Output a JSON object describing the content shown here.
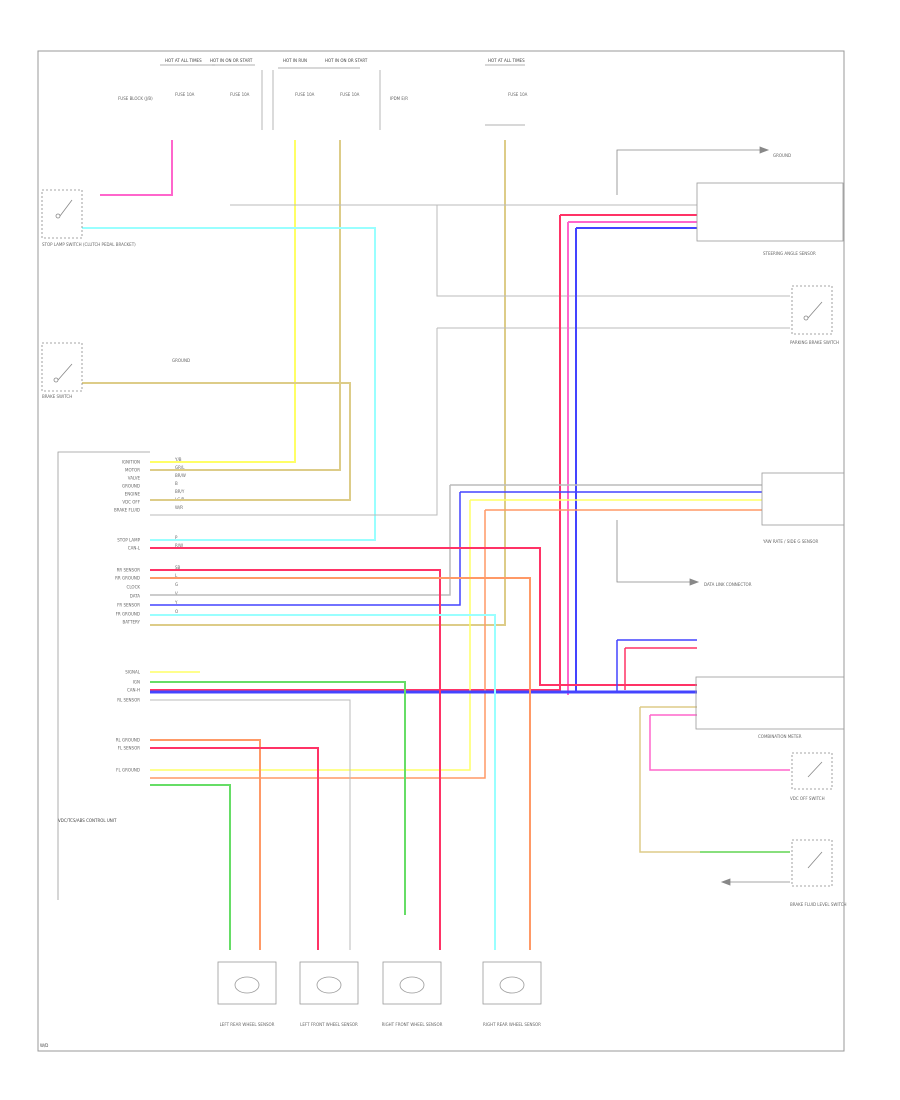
{
  "top_fuses": [
    {
      "label": "HOT AT ALL TIMES",
      "fuse": "FUSE 10A"
    },
    {
      "label": "HOT IN ON OR START",
      "fuse": "FUSE 10A"
    },
    {
      "label": "HOT IN RUN",
      "fuse": "FUSE 10A"
    },
    {
      "label": "HOT IN ON OR START",
      "fuse": "FUSE 10A"
    },
    {
      "label": "HOT AT ALL TIMES",
      "fuse": "FUSE 10A"
    }
  ],
  "fuse_box_note": "FUSE BLOCK (J/B)",
  "ipdm_note": "IPDM E/R",
  "left_components": {
    "stop_lamp_switch": "STOP LAMP SWITCH (CLUTCH PEDAL BRACKET)",
    "ground": "GROUND",
    "brake_switch": "BRAKE SWITCH"
  },
  "right_components": {
    "ground_top": "GROUND",
    "steering_angle_sensor": "STEERING ANGLE SENSOR",
    "parking_brake_switch": "PARKING BRAKE SWITCH",
    "yaw_rate_sensor": "YAW RATE / SIDE G SENSOR",
    "data_link": "DATA LINK CONNECTOR",
    "combination_meter": "COMBINATION METER",
    "vdc_off_switch": "VDC OFF SWITCH",
    "brake_fluid_level": "BRAKE FLUID LEVEL SWITCH"
  },
  "abs_unit": {
    "pins": [
      "IGNITION",
      "MOTOR",
      "VALVE",
      "GROUND",
      "ENGINE",
      "VDC OFF",
      "BRAKE FLUID",
      "STOP LAMP",
      "CAN-L",
      "RR SENSOR",
      "RR GROUND",
      "CLOCK",
      "DATA",
      "FR SENSOR",
      "FR GROUND",
      "BATTERY",
      "SIGNAL",
      "IGN",
      "CAN-H",
      "RL SENSOR",
      "RL GROUND",
      "FL SENSOR",
      "FL GROUND"
    ],
    "label": "VDC/TCS/ABS CONTROL UNIT"
  },
  "wire_labels": [
    "Y/B",
    "GR/L",
    "BR/W",
    "B",
    "BR/Y",
    "LG/B",
    "W/R",
    "P",
    "R/W",
    "SB",
    "L",
    "G",
    "V",
    "Y",
    "O"
  ],
  "wheel_sensors": [
    "LEFT REAR WHEEL SENSOR",
    "LEFT FRONT WHEEL SENSOR",
    "RIGHT FRONT WHEEL SENSOR",
    "RIGHT REAR WHEEL SENSOR"
  ],
  "footer": "W/D",
  "colors": {
    "pink": "#ff66cc",
    "yellow": "#ffff66",
    "tan": "#ddcc88",
    "cyan": "#99ffff",
    "red": "#ff3366",
    "orange": "#ff9966",
    "blue": "#4444ff",
    "green": "#66dd66",
    "gray": "#bbbbbb"
  }
}
